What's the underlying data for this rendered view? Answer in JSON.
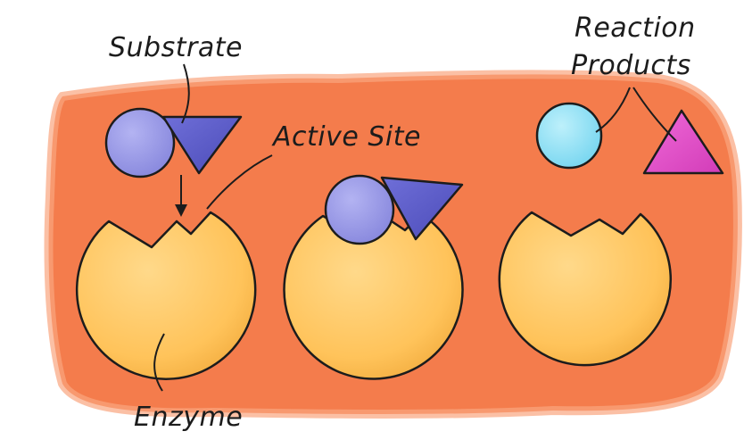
{
  "labels": {
    "substrate": "Substrate",
    "active_site": "Active Site",
    "reaction_products_line1": "Reaction",
    "reaction_products_line2": "Products",
    "enzyme": "Enzyme"
  },
  "colors": {
    "background_blob": "#f47c4c",
    "enzyme": "#ffc35a",
    "substrate_circle": "#9a9ae6",
    "substrate_triangle": "#5d5dcc",
    "product_circle": "#8fe0f5",
    "product_triangle": "#e64dcb",
    "outline": "#1c1c1c"
  }
}
